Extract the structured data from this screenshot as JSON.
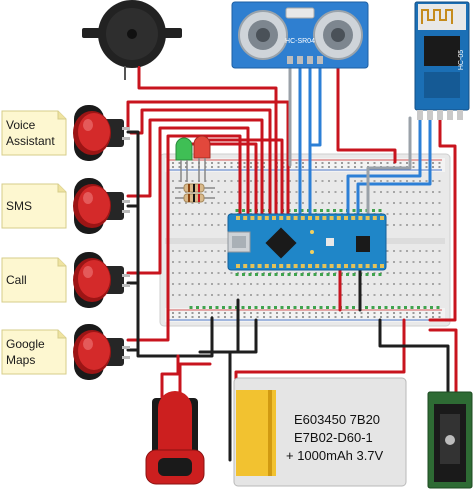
{
  "buttons": [
    {
      "id": "voice-assistant",
      "label_lines": [
        "Voice",
        "Assistant"
      ]
    },
    {
      "id": "sms",
      "label_lines": [
        "SMS"
      ]
    },
    {
      "id": "call",
      "label_lines": [
        "Call"
      ]
    },
    {
      "id": "google-maps",
      "label_lines": [
        "Google",
        "Maps"
      ]
    }
  ],
  "ultrasonic": {
    "front_text": "HC-SR04"
  },
  "bluetooth": {
    "text": "HC-05"
  },
  "battery": {
    "lines": [
      "E603450 7B20",
      "E7B02-D60-1",
      "+ 1000mAh 3.7V"
    ]
  },
  "colors": {
    "wire_red": "#c8141e",
    "wire_black": "#1e1e1e",
    "wire_blue": "#2c7fd6",
    "wire_gray": "#9aa1a8",
    "breadboard": "#e9e9e9",
    "nano": "#1f86c8",
    "sensor": "#2f7fd0",
    "bt_module": "#1b6fb5",
    "button_red": "#d42a2a",
    "note_bg": "#fdf7d0",
    "battery_body": "#f2c230",
    "jack_green": "#2e6b34"
  }
}
